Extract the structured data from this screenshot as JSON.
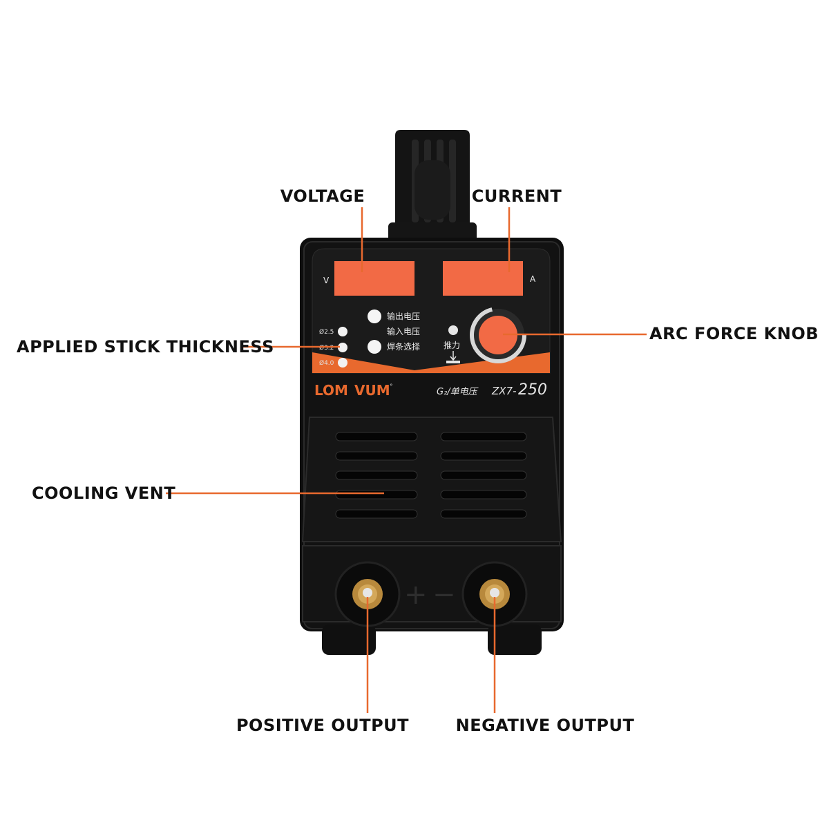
{
  "callouts": {
    "voltage": "VOLTAGE",
    "current": "CURRENT",
    "applied_stick_thickness": "APPLIED STICK THICKNESS",
    "arc_force_knob": "ARC FORCE KNOB",
    "cooling_vent": "COOLING VENT",
    "positive_output": "POSITIVE OUTPUT",
    "negative_output": "NEGATIVE OUTPUT"
  },
  "panel": {
    "unit_v": "V",
    "unit_a": "A",
    "thickness_options": [
      "Ø2.5",
      "Ø3.2",
      "Ø4.0"
    ],
    "buttons": [
      "输出电压",
      "输入电压",
      "焊条选择"
    ],
    "push_label": "推力",
    "brand_left": "LOM",
    "brand_right": "VUM",
    "brand_mark": "°",
    "model_prefix": "G₂/单电压",
    "model_series": "ZX7-",
    "model_number": "250",
    "plus_sign": "+",
    "minus_sign": "−"
  },
  "colors": {
    "accent": "#e8692e",
    "display": "#f26a45",
    "body": "#101010",
    "panel": "#1a1a1a",
    "callout_text": "#111111"
  }
}
